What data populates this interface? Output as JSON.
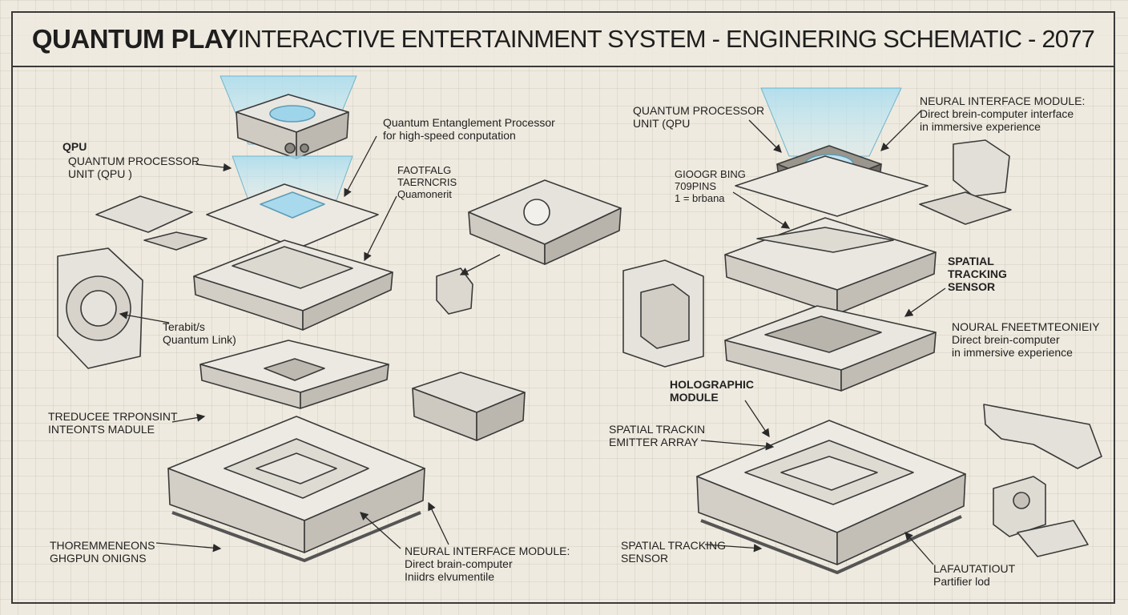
{
  "title": {
    "bold": "QUANTUM PLAY",
    "rest": " INTERACTIVE ENTERTAINMENT SYSTEM - ENGINERING SCHEMATIC - 2077"
  },
  "labels": {
    "l_qpu_short": "QPU",
    "l_qpu_left": "QUANTUM PROCESSOR\nUNIT (QPU )",
    "l_entangle": "Quantum Entanglement Processor\nfor high-speed conputation",
    "l_faotfalg": "FAOTFALG\nTAERNCRIS\nQuamonerit",
    "l_terabit": "Terabit/s\nQuantum Link)",
    "l_treducee": "TREDUCEE TRPONSINT\nINTEONTS MADULE",
    "l_thorem": "THOREMMENEONS\nGHGPUN ONIGNS",
    "l_neural_bottom": "NEURAL INTERFACE MODULE:\nDirect brain-computer\nIniidrs elvumentile",
    "l_qpu_right": "QUANTUM PROCESSOR\nUNIT (QPU",
    "l_neural_top": "NEURAL INTERFACE MODULE:\nDirect brein-computer interface\nin immersive experience",
    "l_giogg": "GIOOGR BING\n709PINS\n1 = brbana",
    "l_spatial_sensor_top": "SPATIAL\nTRACKING\nSENSOR",
    "l_noural": "NOURAL FNEETMTEONIEIY\nDirect brein-computer\nin immersive experience",
    "l_holo": "HOLOGRAPHIC\nMODULE",
    "l_emitter": "SPATIAL TRACKIN\nEMITTER ARRAY",
    "l_spatial_sensor_bottom": "SPATIAL TRACKING\nSENSOR",
    "l_lafa": "LAFAUTATIOUT\nPartifier lod"
  },
  "colors": {
    "ink": "#3a3a3a",
    "holo": "#8fcde6",
    "paper": "#efeadf",
    "metal": "#d9d6cf"
  }
}
